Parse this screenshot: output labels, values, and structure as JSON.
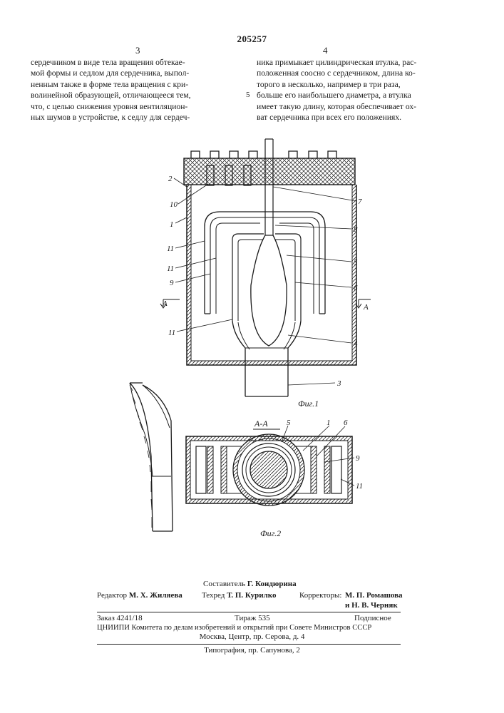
{
  "header": {
    "patent_number": "205257",
    "col_left_number": "3",
    "col_right_number": "4",
    "line_marker": "5"
  },
  "text": {
    "left_lines": [
      "сердечником в виде тела вращения обтекае-",
      "мой формы и седлом для сердечника, выпол-",
      "ненным также в форме тела вращения с кри-",
      "волинейной образующей, отличающееся тем,",
      "что, с целью снижения уровня вентиляцион-",
      "ных шумов в устройстве, к седлу для сердеч-"
    ],
    "right_lines": [
      "ника примыкает цилиндрическая втулка, рас-",
      "положенная соосно с сердечником, длина ко-",
      "торого в несколько, например в три раза,",
      "больше его наибольшего диаметра, а втулка",
      "имеет такую длину, которая обеспечивает ох-",
      "ват сердечника при всех его положениях."
    ]
  },
  "figures": {
    "fig1_caption": "Фиг.1",
    "fig2_caption": "Фиг.2",
    "section_label": "А-А",
    "section_mark": "А",
    "fig1_labels": [
      "2",
      "10",
      "1",
      "11",
      "11",
      "9",
      "11",
      "7",
      "8",
      "5",
      "6",
      "4",
      "3"
    ],
    "fig2_labels": [
      "5",
      "1",
      "6",
      "9",
      "11"
    ]
  },
  "footer": {
    "compiler_label": "Составитель",
    "compiler_name": "Г. Кондюрина",
    "editor_label": "Редактор",
    "editor_name": "М. Х. Жиляева",
    "techred_label": "Техред",
    "techred_name": "Т. П. Курилко",
    "correctors_label": "Корректоры:",
    "corrector_1": "М. П. Ромашова",
    "corrector_2": "и Н. В. Черняк",
    "order": "Заказ 4241/18",
    "circulation": "Тираж 535",
    "subscription": "Подписное",
    "institute": "ЦНИИПИ Комитета по делам изобретений и открытий при Совете Министров СССР",
    "address": "Москва, Центр, пр. Серова, д. 4",
    "printer": "Типография, пр. Сапунова, 2"
  }
}
